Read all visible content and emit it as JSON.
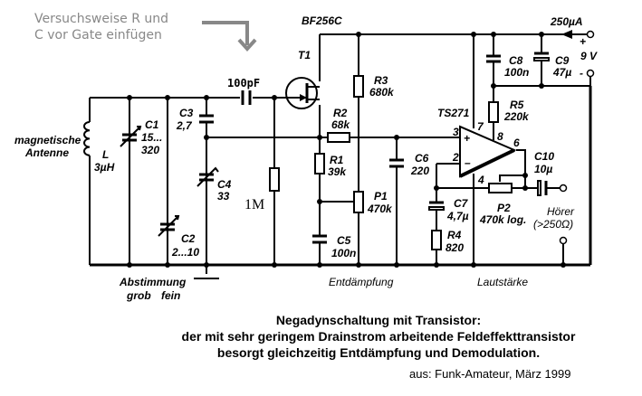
{
  "note": {
    "line1": "Versuchsweise R und",
    "line2": "C vor Gate einfügen"
  },
  "components": {
    "t1_type": "BF256C",
    "t1": "T1",
    "cg": "100pF",
    "rg": "1M",
    "antenna1": "magnetische",
    "antenna2": "Antenne",
    "l": "L",
    "l_val": "3µH",
    "c1": "C1",
    "c1_val1": "15...",
    "c1_val2": "320",
    "c2": "C2",
    "c2_val": "2...10",
    "c3": "C3",
    "c3_val": "2,7",
    "c4": "C4",
    "c4_val": "33",
    "r1": "R1",
    "r1_val": "39k",
    "r2": "R2",
    "r2_val": "68k",
    "r3": "R3",
    "r3_val": "680k",
    "p1": "P1",
    "p1_val": "470k",
    "c5": "C5",
    "c5_val": "100n",
    "c6": "C6",
    "c6_val": "220",
    "ic": "TS271",
    "pin3": "3",
    "pin2": "2",
    "pin7": "7",
    "pin8": "8",
    "pin6": "6",
    "pin4": "4",
    "c7": "C7",
    "c7_val": "4,7µ",
    "r4": "R4",
    "r4_val": "820",
    "p2": "P2",
    "p2_val": "470k log.",
    "r5": "R5",
    "r5_val": "220k",
    "c8": "C8",
    "c8_val": "100n",
    "c9": "C9",
    "c9_val": "47µ",
    "c10": "C10",
    "c10_val": "10µ",
    "current": "250µA",
    "plus": "+",
    "voltage": "9 V",
    "minus": "-",
    "hoerer1": "Hörer",
    "hoerer2": "(>250Ω)"
  },
  "labels": {
    "abst": "Abstimmung",
    "grob": "grob",
    "fein": "fein",
    "entd": "Entdämpfung",
    "laut": "Lautstärke"
  },
  "caption": {
    "line1": "Negadynschaltung mit Transistor:",
    "line2": "der mit sehr geringem Drainstrom arbeitende Feldeffekttransistor",
    "line3": "besorgt gleichzeitig Entdämpfung und Demodulation.",
    "source": "aus: Funk-Amateur, März 1999"
  }
}
